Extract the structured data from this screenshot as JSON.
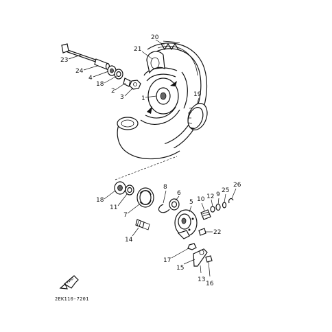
{
  "diagram_code": "2EK110-7201",
  "fwd_label": "FWD",
  "callouts": [
    {
      "id": "p20",
      "label": "20"
    },
    {
      "id": "p21",
      "label": "21"
    },
    {
      "id": "p23",
      "label": "23"
    },
    {
      "id": "p24",
      "label": "24"
    },
    {
      "id": "p4",
      "label": "4"
    },
    {
      "id": "p18a",
      "label": "18"
    },
    {
      "id": "p2",
      "label": "2"
    },
    {
      "id": "p3",
      "label": "3"
    },
    {
      "id": "p1",
      "label": "1"
    },
    {
      "id": "p19",
      "label": "19"
    },
    {
      "id": "p18b",
      "label": "18"
    },
    {
      "id": "p11",
      "label": "11"
    },
    {
      "id": "p7",
      "label": "7"
    },
    {
      "id": "p8",
      "label": "8"
    },
    {
      "id": "p6",
      "label": "6"
    },
    {
      "id": "p5",
      "label": "5"
    },
    {
      "id": "p10",
      "label": "10"
    },
    {
      "id": "p12",
      "label": "12"
    },
    {
      "id": "p9",
      "label": "9"
    },
    {
      "id": "p25",
      "label": "25"
    },
    {
      "id": "p26",
      "label": "26"
    },
    {
      "id": "p22",
      "label": "22"
    },
    {
      "id": "p14",
      "label": "14"
    },
    {
      "id": "p17",
      "label": "17"
    },
    {
      "id": "p15",
      "label": "15"
    },
    {
      "id": "p13",
      "label": "13"
    },
    {
      "id": "p16",
      "label": "16"
    }
  ]
}
